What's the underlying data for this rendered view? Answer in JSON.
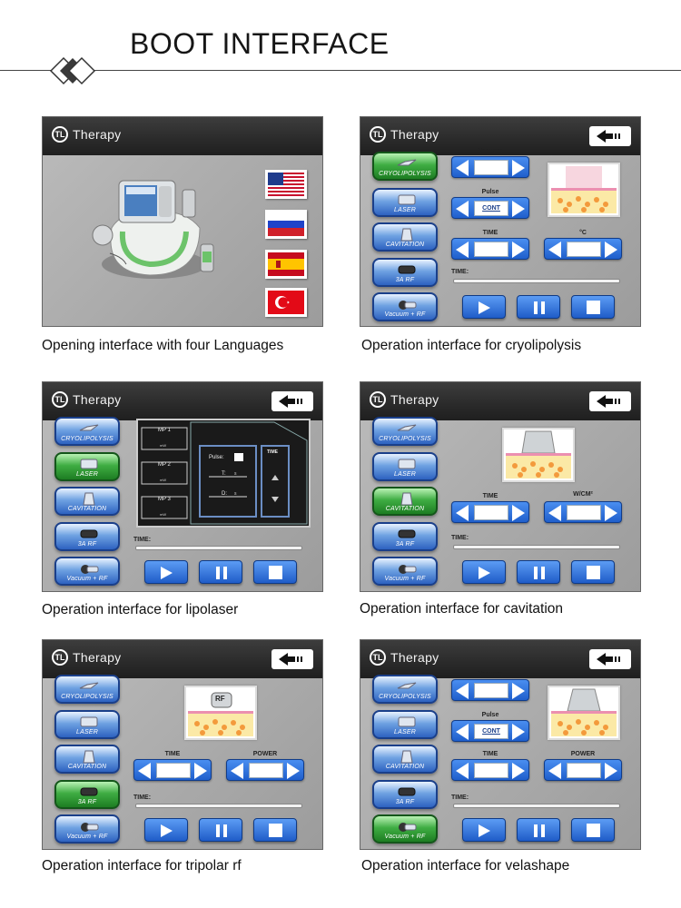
{
  "page_title": "BOOT INTERFACE",
  "brand": "Therapy",
  "logo_letters": "TL",
  "side_menu": [
    "CRYOLIPOLYSIS",
    "LASER",
    "CAVITATION",
    "3A RF",
    "Vacuum + RF"
  ],
  "labels": {
    "vacuum": "Vacuum",
    "pulse": "Pulse",
    "time": "TIME",
    "celsius": "°C",
    "power": "POWER",
    "wcm2": "W/CM²",
    "time_bar": "TIME:",
    "cont": "CONT",
    "rf": "RF",
    "mp1": "MP 1",
    "mp2": "MP 2",
    "mp3": "MP 3",
    "mw": "mW",
    "lp_pulse": "Pulse:",
    "lp_t": "T:",
    "lp_d": "D:",
    "lp_s": "s",
    "lp_time": "TIME"
  },
  "languages": [
    "United States",
    "Russia",
    "Spain",
    "Turkey"
  ],
  "captions": {
    "p1": "Opening interface with four Languages",
    "p2": "Operation interface for cryolipolysis",
    "p3": "Operation interface for lipolaser",
    "p4": "Operation interface for cavitation",
    "p5": "Operation interface for tripolar rf",
    "p6": "Operation interface for velashape"
  },
  "active_mode": {
    "p2": "CRYOLIPOLYSIS",
    "p3": "LASER",
    "p4": "CAVITATION",
    "p5": "3A RF",
    "p6": "Vacuum + RF"
  },
  "colors": {
    "button_blue": "#2d62c0",
    "active_green": "#3fad43",
    "titlebar": "#2a2a2a",
    "panel_grey": "#a9a9a9"
  }
}
